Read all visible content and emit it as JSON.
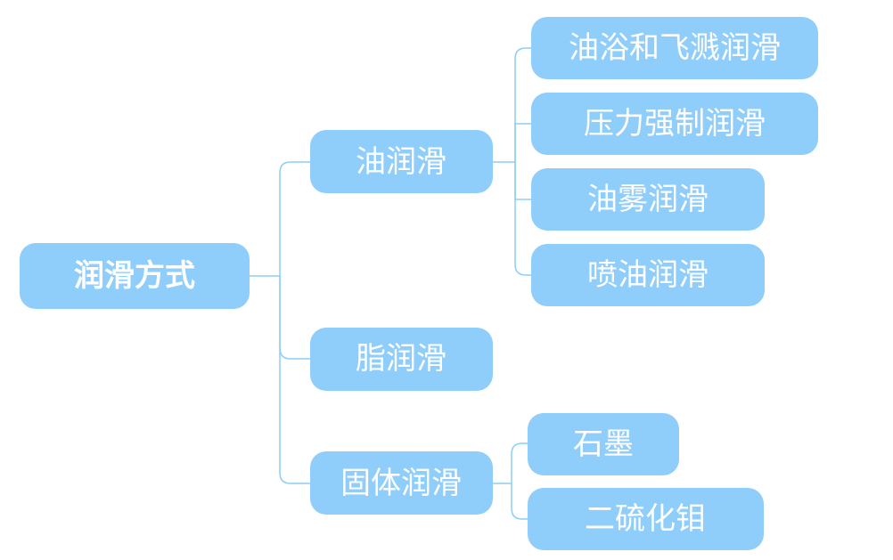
{
  "diagram": {
    "root": {
      "label": "润滑方式"
    },
    "branches": [
      {
        "label": "油润滑",
        "children": [
          {
            "label": "油浴和飞溅润滑"
          },
          {
            "label": "压力强制润滑"
          },
          {
            "label": "油雾润滑"
          },
          {
            "label": "喷油润滑"
          }
        ]
      },
      {
        "label": "脂润滑",
        "children": []
      },
      {
        "label": "固体润滑",
        "children": [
          {
            "label": "石墨"
          },
          {
            "label": "二硫化钼"
          }
        ]
      }
    ],
    "colors": {
      "node_fill": "#8fcdfb",
      "connector": "#8ecdf6",
      "text": "#ffffff"
    }
  }
}
